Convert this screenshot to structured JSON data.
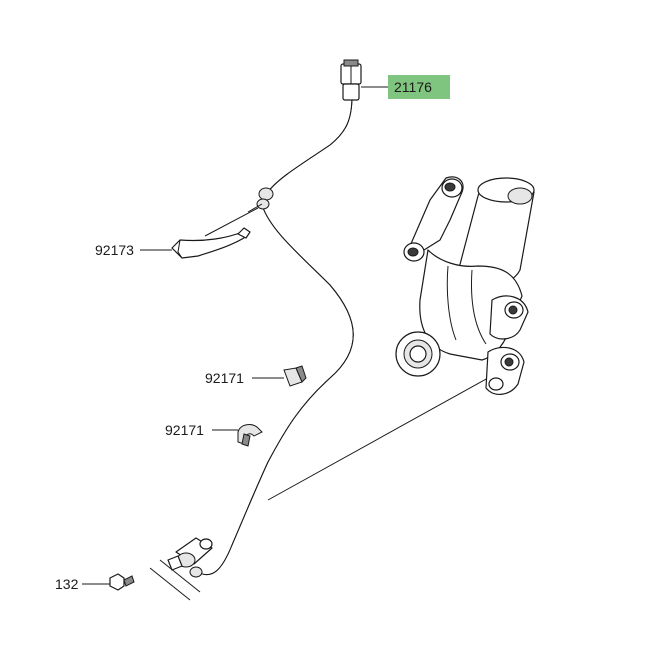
{
  "callouts": {
    "sensor": {
      "part_number": "21176",
      "highlight_color": "#7fc47f"
    },
    "bracket": {
      "part_number": "92173"
    },
    "clamp_upper": {
      "part_number": "92171"
    },
    "clamp_lower": {
      "part_number": "92171"
    },
    "bolt": {
      "part_number": "132"
    }
  },
  "colors": {
    "line": "#1a1a1a",
    "shade": "#8a8a8a",
    "highlight": "#7fc47f"
  }
}
